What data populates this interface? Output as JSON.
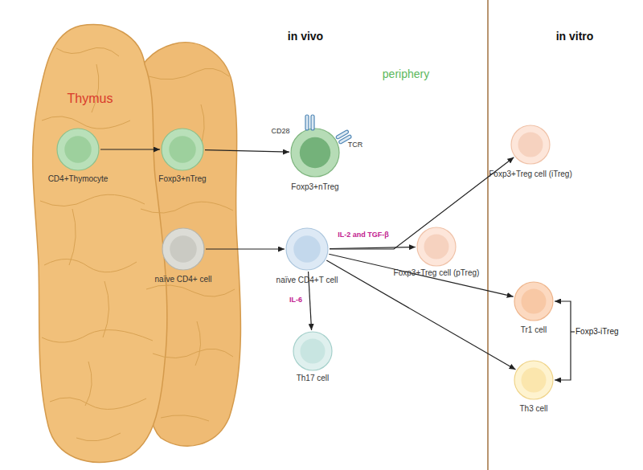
{
  "diagram": {
    "nodes": [
      {
        "text": [
          "Thymus"
        ]
      },
      {
        "text": [
          "CD4+Thymocyte"
        ],
        "in": 0
      },
      {
        "text": [
          "Foxp3+nTreg"
        ],
        "in": 0
      },
      {
        "text": [
          "naïve CD4+ cell"
        ],
        "in": 0
      },
      {
        "text": [
          "Foxp3+nTreg"
        ]
      },
      {
        "text": [
          "Foxp3+Treg cell (iTreg)"
        ]
      },
      {
        "text": [
          "naïve CD4+T cell"
        ]
      },
      {
        "text": [
          "Foxp3+Treg cell (pTreg)"
        ]
      },
      {
        "text": [
          "Tr1 cell"
        ]
      },
      {
        "text": [
          "Th17 cell"
        ]
      },
      {
        "text": [
          "Th3 cell"
        ]
      }
    ],
    "edges": [
      {
        "from": 1,
        "to": 2,
        "arrow": "to"
      },
      {
        "from": 2,
        "to": 4,
        "arrow": "to"
      },
      {
        "from": 3,
        "to": 6,
        "arrow": "to"
      },
      {
        "from": 6,
        "to": 7,
        "arrow": "to",
        "label": "IL-2 and TGF-β"
      },
      {
        "from": 6,
        "to": 5,
        "arrow": "to"
      },
      {
        "from": 6,
        "to": 8,
        "arrow": "to"
      },
      {
        "from": 6,
        "to": 10,
        "arrow": "to"
      },
      {
        "from": 6,
        "to": 9,
        "arrow": "to",
        "label": "IL-6"
      },
      {
        "from": 8,
        "to": 10,
        "arrow": "both",
        "label": "Foxp3-iTreg"
      }
    ],
    "labels": [
      "in vivo",
      "in vitro",
      "periphery",
      "CD28",
      "TCR"
    ]
  }
}
